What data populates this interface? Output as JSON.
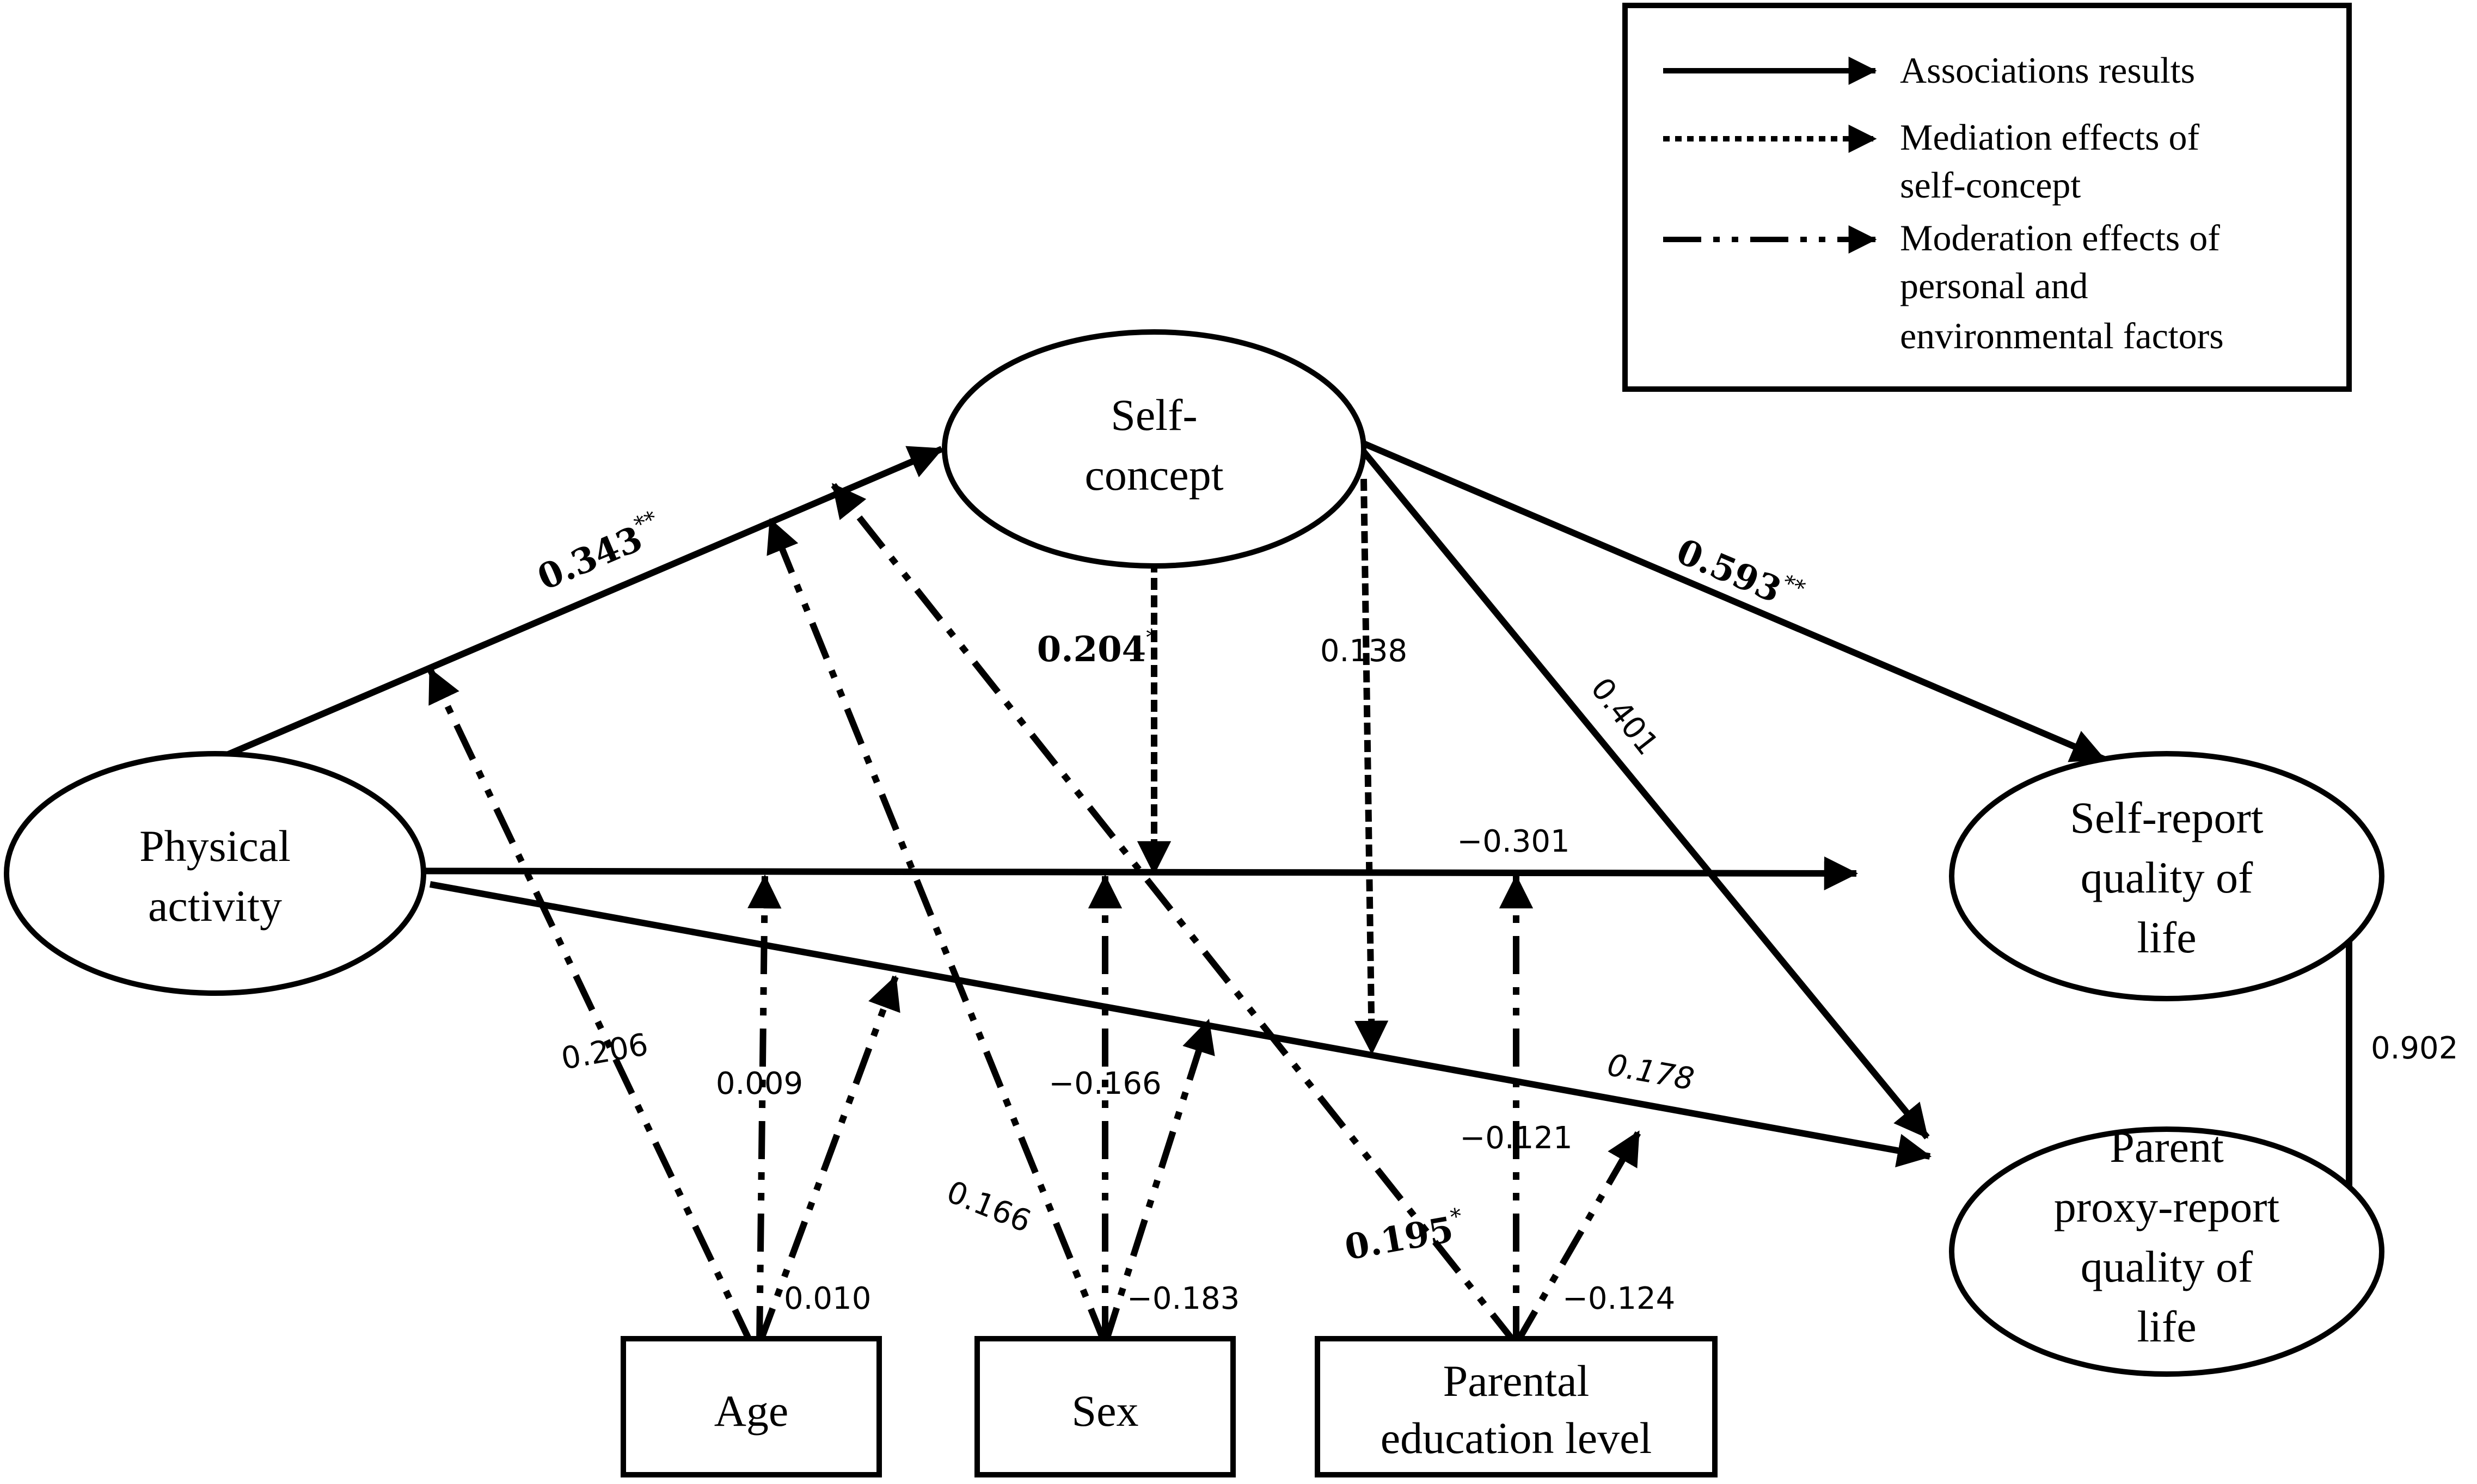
{
  "nodes": {
    "physical_activity": [
      "Physical",
      "activity"
    ],
    "self_concept": [
      "Self-",
      "concept"
    ],
    "self_report_qol": [
      "Self-report",
      "quality of",
      "life"
    ],
    "parent_proxy_qol": [
      "Parent",
      "proxy-report",
      "quality of",
      "life"
    ],
    "age": "Age",
    "sex": "Sex",
    "parental_education": [
      "Parental",
      "education level"
    ]
  },
  "legend": {
    "associations": "Associations results",
    "mediation": [
      "Mediation effects of",
      "self-concept"
    ],
    "moderation": [
      "Moderation effects of",
      "personal and",
      "environmental factors"
    ]
  },
  "coefficients": {
    "pa_to_sc": {
      "value": "0.343",
      "sig": "**"
    },
    "sc_to_sr": {
      "value": "0.593",
      "sig": "**"
    },
    "mediation_sr": {
      "value": "0.204",
      "sig": "*"
    },
    "mediation_pp": {
      "value": "0.138"
    },
    "sc_to_pp": {
      "value": "0.401"
    },
    "pa_to_sr": {
      "value": "−0.301"
    },
    "pa_to_pp": {
      "value": "0.178"
    },
    "pp_to_sr": {
      "value": "0.902"
    },
    "age_pa_sc": {
      "value": "0.206"
    },
    "age_pa_sr": {
      "value": "0.009"
    },
    "age_pa_pp": {
      "value": "0.010"
    },
    "sex_pa_sc": {
      "value": "0.166"
    },
    "sex_pa_sr": {
      "value": "−0.166"
    },
    "sex_pa_pp": {
      "value": "−0.183"
    },
    "edu_pa_sc": {
      "value": "0.195",
      "sig": "*"
    },
    "edu_pa_sr": {
      "value": "−0.121"
    },
    "edu_pa_pp": {
      "value": "−0.124"
    }
  }
}
